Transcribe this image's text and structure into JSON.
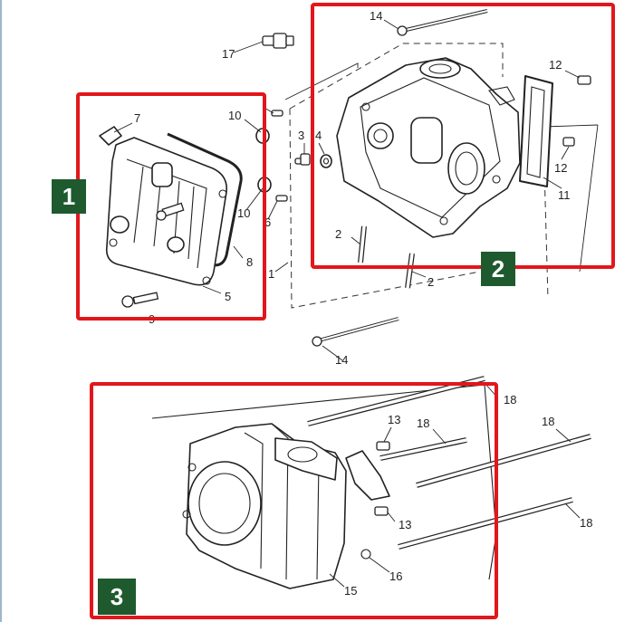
{
  "colors": {
    "box_border": "#e2161b",
    "badge_fill": "#1e5a2e",
    "badge_text": "#ffffff",
    "line": "#222222"
  },
  "badges": [
    {
      "label": "1"
    },
    {
      "label": "2"
    },
    {
      "label": "3"
    }
  ],
  "callouts": {
    "c7": "7",
    "c10a": "10",
    "c10b": "10",
    "c8": "8",
    "c5": "5",
    "c9": "9",
    "c17": "17",
    "c14a": "14",
    "c14b": "14",
    "c3": "3",
    "c4": "4",
    "c6": "6",
    "c1": "1",
    "c2a": "2",
    "c2b": "2",
    "c12a": "12",
    "c12b": "12",
    "c11": "11",
    "c13a": "13",
    "c13b": "13",
    "c18a": "18",
    "c18b": "18",
    "c18c": "18",
    "c18d": "18",
    "c15": "15",
    "c16": "16"
  }
}
